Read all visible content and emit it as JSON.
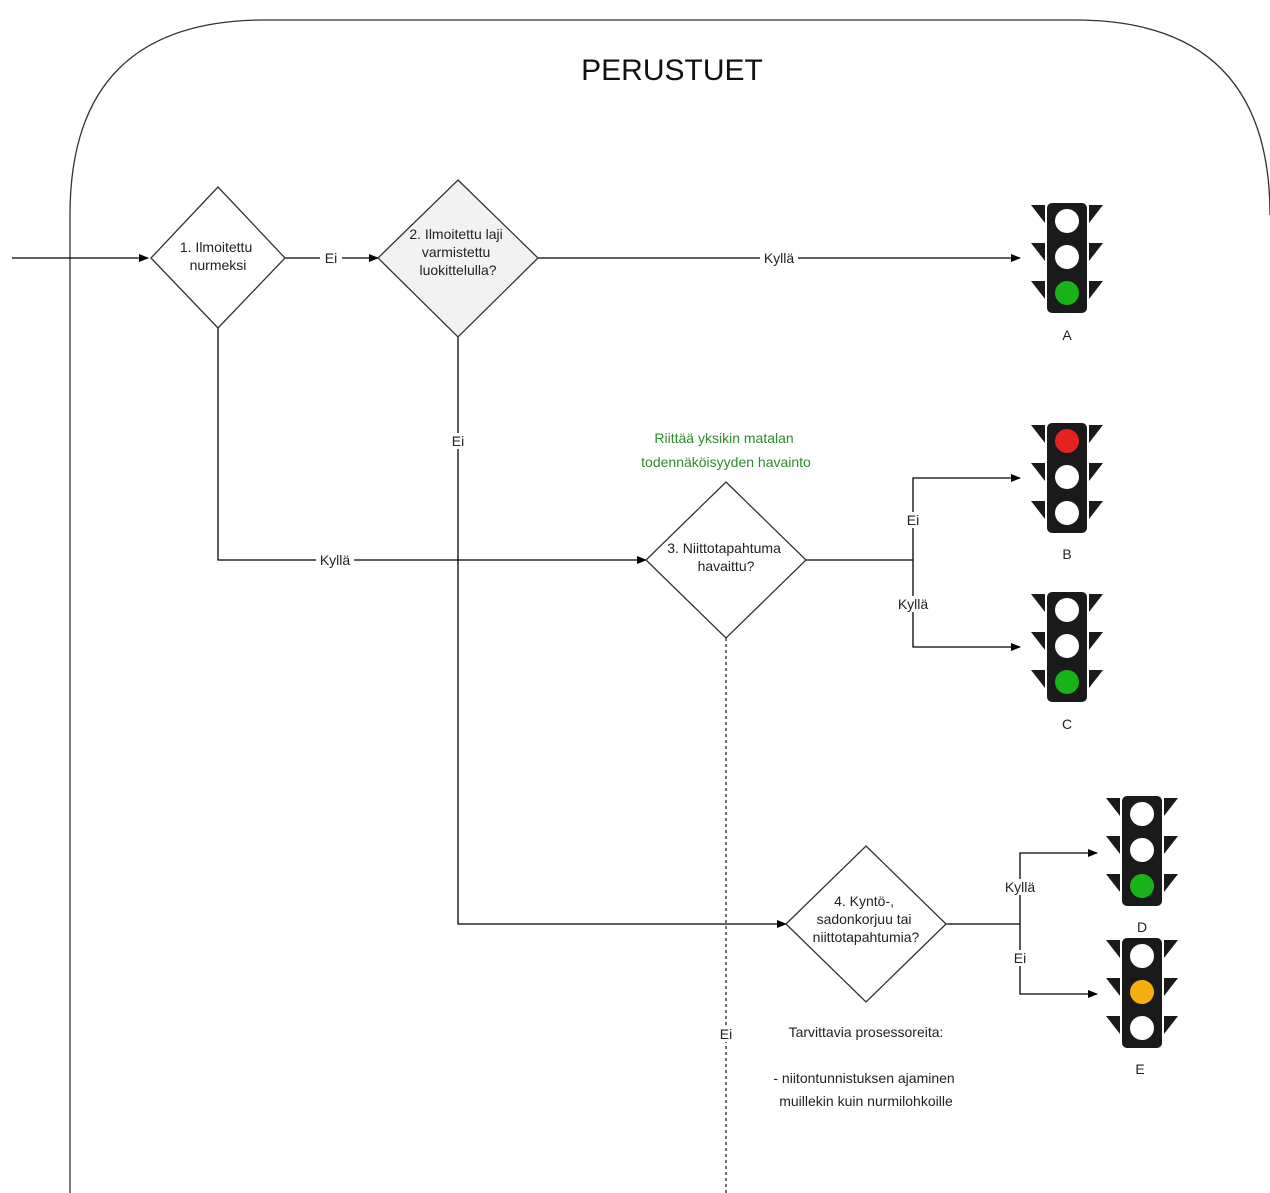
{
  "title": "PERUSTUET",
  "colors": {
    "light_green": "#18b318",
    "light_red": "#e52222",
    "light_amber": "#f6ae0e",
    "light_off": "#ffffff",
    "housing": "#1a1a1a",
    "note_green": "#2e8b2e",
    "diamond_gray": "#f2f2f2"
  },
  "nodes": {
    "d1": {
      "lines": [
        "1. Ilmoitettu",
        "nurmeksi"
      ]
    },
    "d2": {
      "lines": [
        "2. Ilmoitettu laji",
        "varmistettu",
        "luokittelulla?"
      ]
    },
    "d3": {
      "lines": [
        "3. Niittotapahtuma",
        "havaittu?"
      ]
    },
    "d4": {
      "lines": [
        "4. Kyntö-,",
        "sadonkorjuu tai",
        "niittotapahtumia?"
      ]
    }
  },
  "edge_labels": {
    "d1_d2": "Ei",
    "d2_a": "Kyllä",
    "d2_down": "Ei",
    "d1_d3": "Kyllä",
    "d3_b": "Ei",
    "d3_c": "Kyllä",
    "d4_d": "Kyllä",
    "d4_e": "Ei",
    "d3_down": "Ei"
  },
  "note_d3": [
    "Riittää yksikin matalan",
    "todennäköisyyden havainto"
  ],
  "processors": {
    "heading": "Tarvittavia prosessoreita:",
    "lines": [
      "- niitontunnistuksen ajaminen",
      "muillekin kuin nurmilohkoille"
    ]
  },
  "outcomes": [
    {
      "id": "a",
      "label": "A",
      "lights": [
        "off",
        "off",
        "green"
      ]
    },
    {
      "id": "b",
      "label": "B",
      "lights": [
        "red",
        "off",
        "off"
      ]
    },
    {
      "id": "c",
      "label": "C",
      "lights": [
        "off",
        "off",
        "green"
      ]
    },
    {
      "id": "d",
      "label": "D",
      "lights": [
        "off",
        "off",
        "green"
      ]
    },
    {
      "id": "e",
      "label": "E",
      "lights": [
        "off",
        "amber",
        "off"
      ]
    }
  ]
}
